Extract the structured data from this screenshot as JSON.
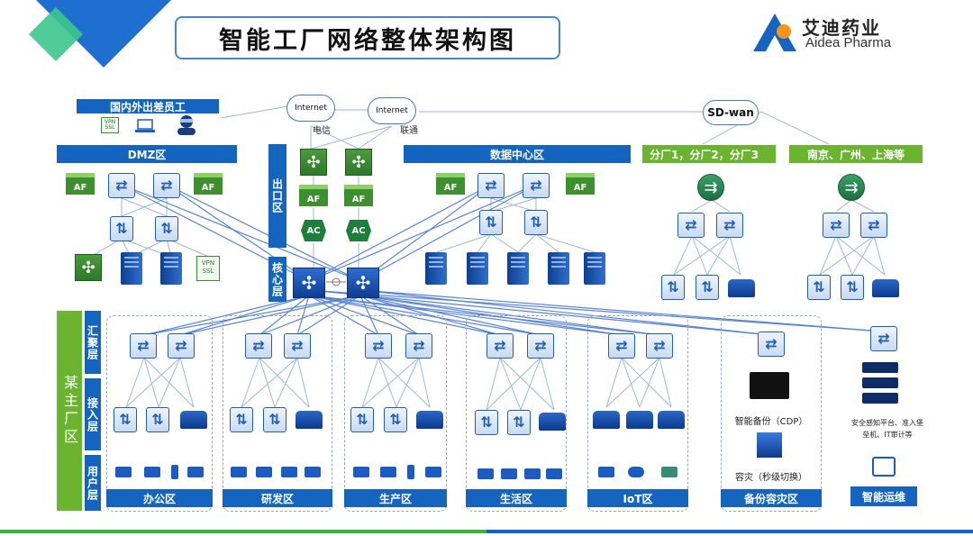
{
  "title": "智能工厂网络整体架构图",
  "logo": {
    "cn": "艾迪药业",
    "en": "Aidea Pharma",
    "accent": "#f7941d",
    "brand": "#1565c0"
  },
  "colors": {
    "blue": "#1565c0",
    "green": "#6ab42f"
  },
  "internet": [
    {
      "name": "Internet",
      "isp": "电信"
    },
    {
      "name": "Internet",
      "isp": "联通"
    }
  ],
  "sdwan": "SD-wan",
  "remote_staff": "国内外出差员工",
  "device_labels": {
    "vpn": "VPN",
    "ssl": "SSL",
    "af": "AF",
    "ac": "AC"
  },
  "zones": {
    "dmz": "DMZ区",
    "exit": "出口区",
    "core": "核心层",
    "datacenter": "数据中心区",
    "branch1": "分厂1，分厂2，分厂3",
    "branch2": "南京、广州、上海等",
    "campus": "某主厂区",
    "agg": "汇聚层",
    "access": "接入层",
    "user": "用户层"
  },
  "areas": [
    "办公区",
    "研发区",
    "生产区",
    "生活区",
    "IoT区",
    "备份容灾区",
    "智能运维"
  ],
  "backup": {
    "cdp": "智能备份（CDP）",
    "dr": "容灾（秒级切换）"
  },
  "ops_text": "安全感知平台、准入堡垒机、IT审计等",
  "icons": [
    "firewall-icon",
    "switch-icon",
    "server-icon",
    "cloud-icon",
    "laptop-icon",
    "printer-icon",
    "camera-icon",
    "storage-icon"
  ]
}
